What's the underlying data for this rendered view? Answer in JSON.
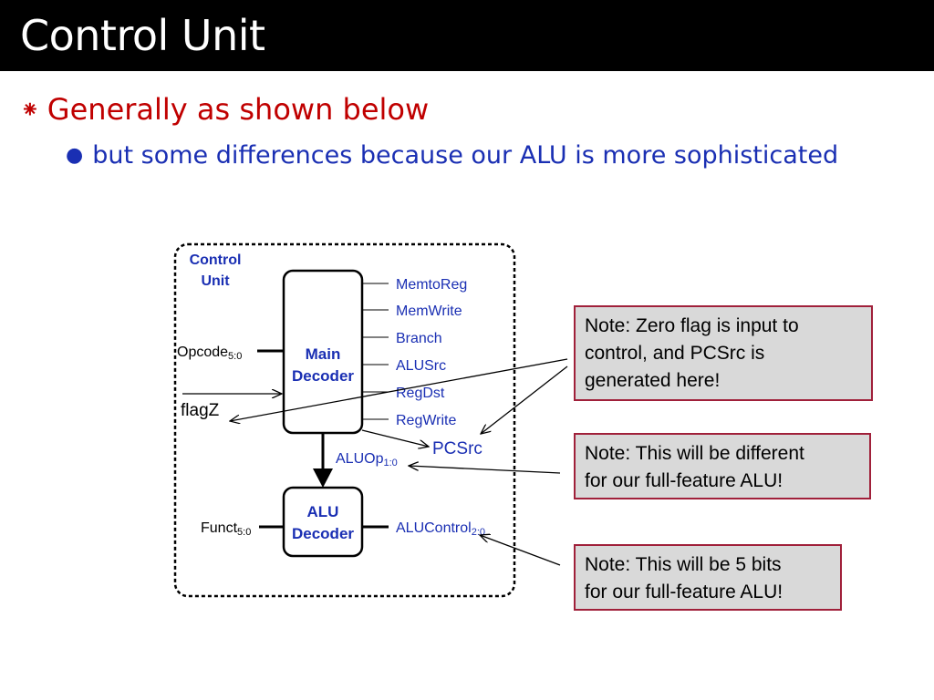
{
  "slide": {
    "title": "Control Unit",
    "bullet": "Generally as shown below",
    "sub_bullet": "but some differences because our ALU is more sophisticated",
    "bullet_marker": "⁕",
    "sub_bullet_marker": "●"
  },
  "diagram": {
    "control_unit_label_1": "Control",
    "control_unit_label_2": "Unit",
    "main_decoder_1": "Main",
    "main_decoder_2": "Decoder",
    "alu_decoder_1": "ALU",
    "alu_decoder_2": "Decoder",
    "opcode": "Opcode",
    "opcode_sub": "5:0",
    "flagz": "flagZ",
    "funct": "Funct",
    "funct_sub": "5:0",
    "outputs": [
      "MemtoReg",
      "MemWrite",
      "Branch",
      "ALUSrc",
      "RegDst",
      "RegWrite"
    ],
    "pcsrc": "PCSrc",
    "aluop": "ALUOp",
    "aluop_sub": "1:0",
    "alucontrol": "ALUControl",
    "alucontrol_sub": "2:0"
  },
  "notes": {
    "note1": "Note:  Zero flag is input to\ncontrol, and PCSrc is\ngenerated here!",
    "note2": "Note:  This will be different\nfor our full-feature ALU!",
    "note3": "Note:  This will be 5 bits\nfor our full-feature ALU!"
  },
  "colors": {
    "title_bg": "#000000",
    "bullet": "#c00000",
    "sub_bullet": "#1a2fb3",
    "signal_blue": "#1a2fb3",
    "note_bg": "#d9d9d9",
    "note_border": "#a0203a"
  }
}
